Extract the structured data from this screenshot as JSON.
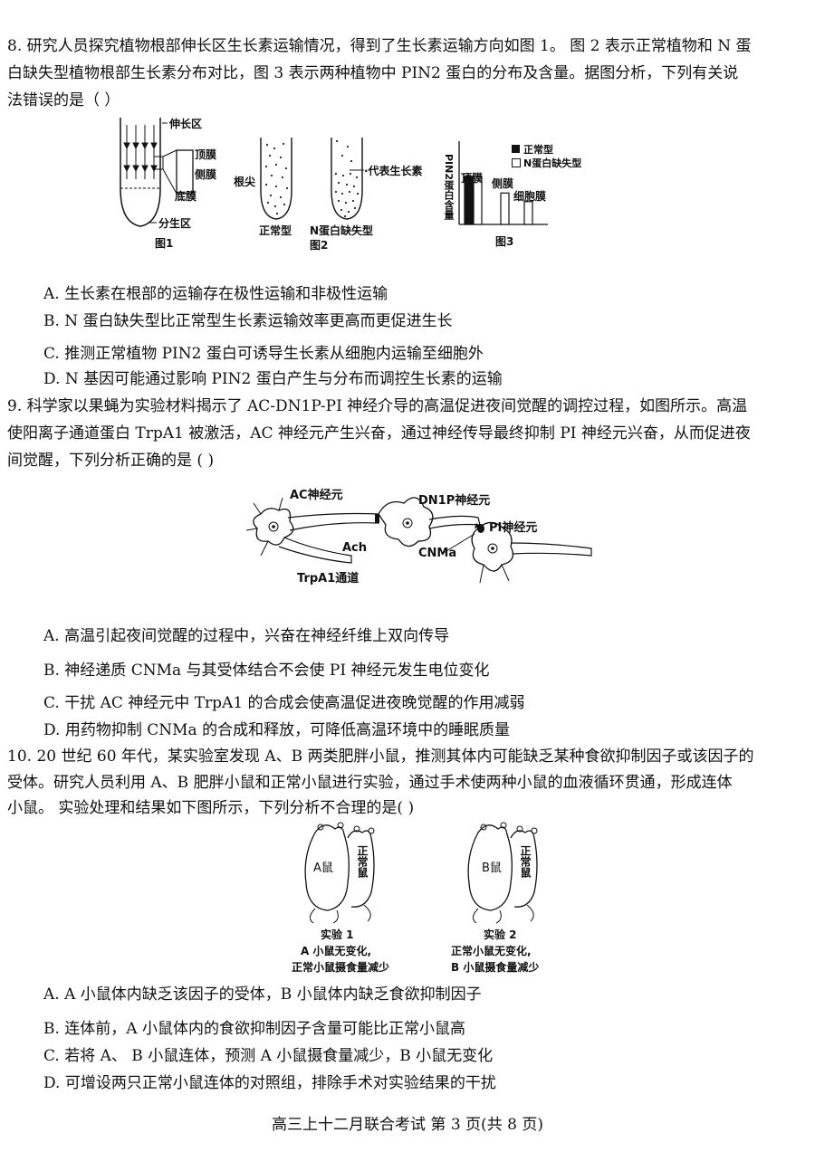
{
  "q8": {
    "stem_lines": [
      "8. 研究人员探究植物根部伸长区生长素运输情况，得到了生长素运输方向如图 1。 图 2 表示正常植物和 N 蛋",
      "白缺失型植物根部生长素分布对比，图 3  表示两种植物中  PIN2  蛋白的分布及含量。据图分析，下列有关说",
      "法错误的是（          ）"
    ],
    "fig1": {
      "label_elong": "伸长区",
      "label_top": "顶膜",
      "label_side": "侧膜",
      "label_bottom": "底膜",
      "label_meri": "分生区",
      "caption": "图1"
    },
    "fig2": {
      "label_tip": "根尖",
      "label_auxin": "·代表生长素",
      "label_normal": "正常型",
      "label_mutant": "N蛋白缺失型",
      "caption": "图2"
    },
    "fig3": {
      "ylabel": "PIN2蛋白含量",
      "legend_normal": "正常型",
      "legend_mutant": "N蛋白缺失型",
      "caption": "图3",
      "chart_data": {
        "type": "bar",
        "categories": [
          "顶膜",
          "侧膜",
          "细胞膜"
        ],
        "series": [
          {
            "name": "正常型",
            "values": [
              0.95,
              0,
              0
            ]
          },
          {
            "name": "N蛋白缺失型",
            "values": [
              0.95,
              0.62,
              0.45
            ]
          }
        ]
      }
    },
    "options": [
      "A.  生长素在根部的运输存在极性运输和非极性运输",
      "B.  N 蛋白缺失型比正常型生长素运输效率更高而更促进生长",
      "C.  推测正常植物 PIN2  蛋白可诱导生长素从细胞内运输至细胞外",
      "D.  N 基因可能通过影响 PIN2  蛋白产生与分布而调控生长素的运输"
    ]
  },
  "q9": {
    "stem_lines": [
      "9.  科学家以果蝇为实验材料揭示了 AC-DN1P-PI 神经介导的高温促进夜间觉醒的调控过程，如图所示。高温",
      "使阳离子通道蛋白 TrpA1  被激活，AC 神经元产生兴奋，通过神经传导最终抑制  PI 神经元兴奋，从而促进夜",
      "间觉醒，下列分析正确的是    (     )"
    ],
    "fig": {
      "ac": "AC神经元",
      "dn1p": "DN1P神经元",
      "pi": "PI神经元",
      "ach": "Ach",
      "cnma": "CNMa",
      "trpa1": "TrpA1通道"
    },
    "options": [
      "A.  高温引起夜间觉醒的过程中，兴奋在神经纤维上双向传导",
      "B.  神经递质 CNMa 与其受体结合不会使 PI 神经元发生电位变化",
      "C.  干扰 AC  神经元中  TrpA1 的合成会使高温促进夜晚觉醒的作用减弱",
      "D.  用药物抑制 CNMa 的合成和释放，可降低高温环境中的睡眠质量"
    ]
  },
  "q10": {
    "stem_lines": [
      "10.  20 世纪 60 年代，某实验室发现 A、B  两类肥胖小鼠，推测其体内可能缺乏某种食欲抑制因子或该因子的",
      "受体。研究人员利用  A、B 肥胖小鼠和正常小鼠进行实验，通过手术使两种小鼠的血液循环贯通，形成连体",
      "小鼠。 实验处理和结果如下图所示，下列分析不合理的是(          )"
    ],
    "exp1": {
      "mouse_a": "A鼠",
      "mouse_n": "正常鼠",
      "title": "实验 1",
      "result1": "A 小鼠无变化,",
      "result2": "正常小鼠摄食量减少"
    },
    "exp2": {
      "mouse_b": "B鼠",
      "mouse_n": "正常鼠",
      "title": "实验 2",
      "result1": "正常小鼠无变化,",
      "result2": "B 小鼠摄食量减少"
    },
    "options": [
      "A.  A  小鼠体内缺乏该因子的受体，B  小鼠体内缺乏食欲抑制因子",
      "B.  连体前，A 小鼠体内的食欲抑制因子含量可能比正常小鼠高",
      "C.  若将 A、  B 小鼠连体，预测 A 小鼠摄食量减少，B  小鼠无变化",
      "D.  可增设两只正常小鼠连体的对照组，排除手术对实验结果的干扰"
    ]
  },
  "footer": "高三上十二月联合考试 第 3  页(共 8 页)"
}
